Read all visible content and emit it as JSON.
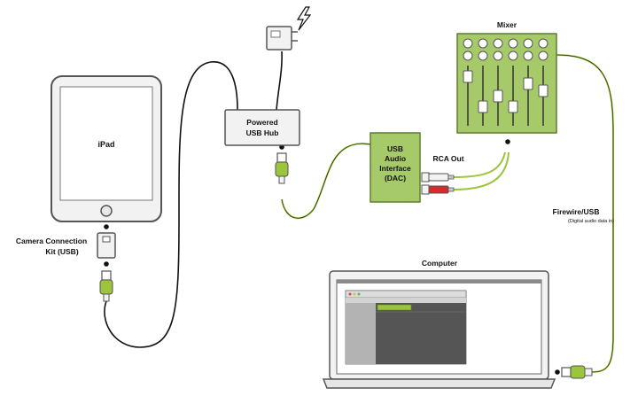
{
  "labels": {
    "ipad": "iPad",
    "hub_line1": "Powered",
    "hub_line2": "USB Hub",
    "dac_line1": "USB",
    "dac_line2": "Audio",
    "dac_line3": "Interface",
    "dac_line4": "(DAC)",
    "mixer": "Mixer",
    "rca": "RCA Out",
    "firewire": "Firewire/USB",
    "firewire_note": "(Digital audio data in)",
    "camera_line1": "Camera Connection",
    "camera_line2": "Kit (USB)",
    "computer": "Computer"
  },
  "colors": {
    "device_fill": "#f2f2f2",
    "device_stroke": "#555555",
    "green_fill": "#a6c96a",
    "green_stroke": "#5f7f2c",
    "cable_black": "#111111",
    "cable_green": "#9bc53d",
    "rca_red": "#d42b2b",
    "screen_dark": "#555555",
    "screen_side": "#b3b3b3"
  }
}
